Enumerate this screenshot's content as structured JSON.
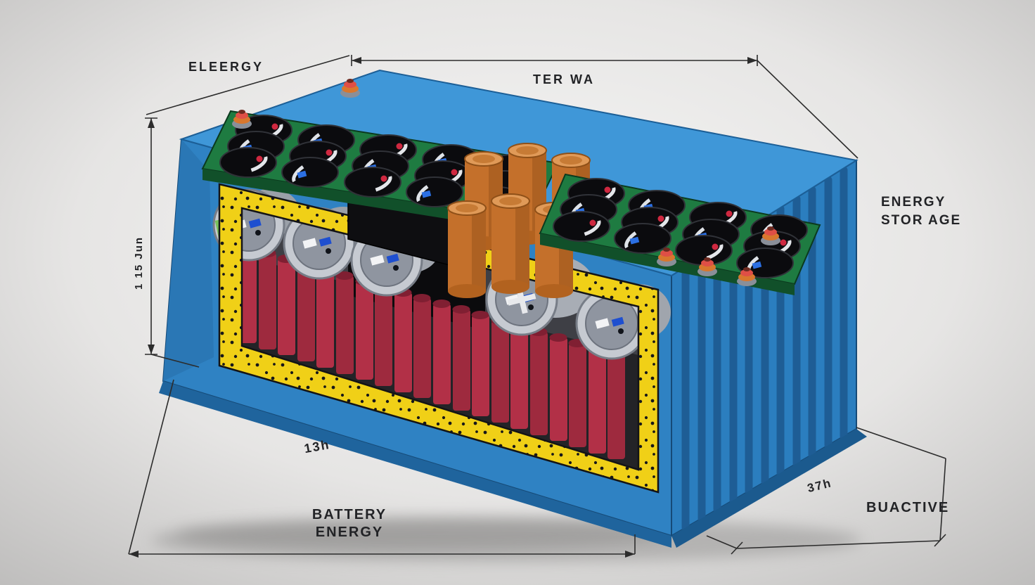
{
  "labels": {
    "top_left": "ELEERGY",
    "top_width": "TER WA",
    "right_title_line1": "ENERGY",
    "right_title_line2": "STOR AGE",
    "left_height": "1 15 Jun",
    "bottom_inner": "13h",
    "bottom_title_line1": "BATTERY",
    "bottom_title_line2": "ENERGY",
    "right_depth": "37h",
    "bottom_right_title": "BUACTIVE"
  },
  "palette": {
    "case_blue": "#2f82c3",
    "case_blue_light": "#3f97d8",
    "fin_blue": "#1e5d95",
    "insulation_yellow": "#f0d017",
    "cell_red": "#b23047",
    "module_green": "#1e7b41",
    "capacitor_orange": "#c4702b",
    "cell_silver": "#c6cad1",
    "dimension_line": "#2c2c2c",
    "background": "#e8e7e6"
  }
}
